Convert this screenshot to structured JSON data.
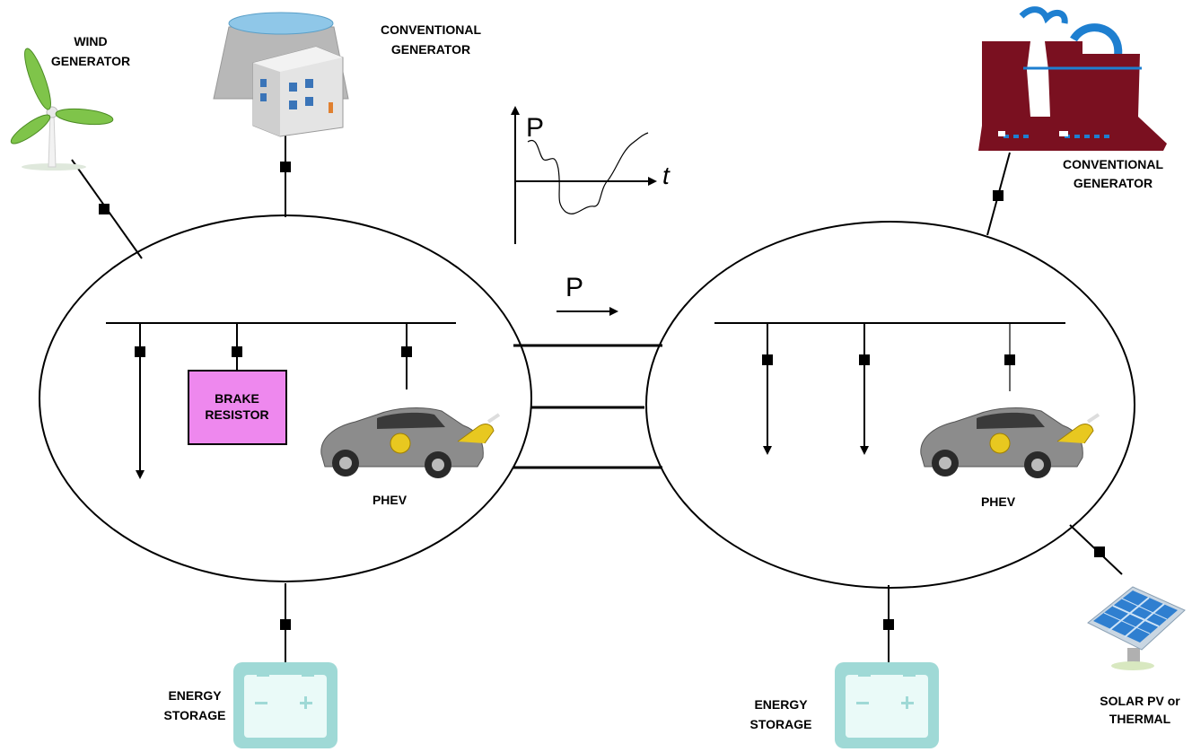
{
  "labels": {
    "wind_generator": [
      "WIND",
      "GENERATOR"
    ],
    "conventional_generator_left": [
      "CONVENTIONAL",
      "GENERATOR"
    ],
    "conventional_generator_right": [
      "CONVENTIONAL",
      "GENERATOR"
    ],
    "brake_resistor": [
      "BRAKE",
      "RESISTOR"
    ],
    "phev_left": "PHEV",
    "phev_right": "PHEV",
    "energy_storage_left": [
      "ENERGY",
      "STORAGE"
    ],
    "energy_storage_right": [
      "ENERGY",
      "STORAGE"
    ],
    "solar": [
      "SOLAR PV or",
      "THERMAL"
    ]
  },
  "graph": {
    "p_axis": "P",
    "t_axis": "t"
  },
  "power_flow": {
    "label": "P"
  },
  "colors": {
    "brake_resistor": "#ee88ee",
    "battery": "#9fd9d6",
    "power_plant": "#7a1020",
    "plant_smoke": "#1e7fd0",
    "car_body": "#8c8c8c",
    "plug": "#e8c820",
    "wind_blade": "#7fc44a",
    "solar_panel": "#2f7fd0"
  },
  "icons": [
    "wind-turbine-icon",
    "factory-icon",
    "power-plant-icon",
    "electric-car-icon",
    "battery-icon",
    "solar-panel-icon"
  ]
}
